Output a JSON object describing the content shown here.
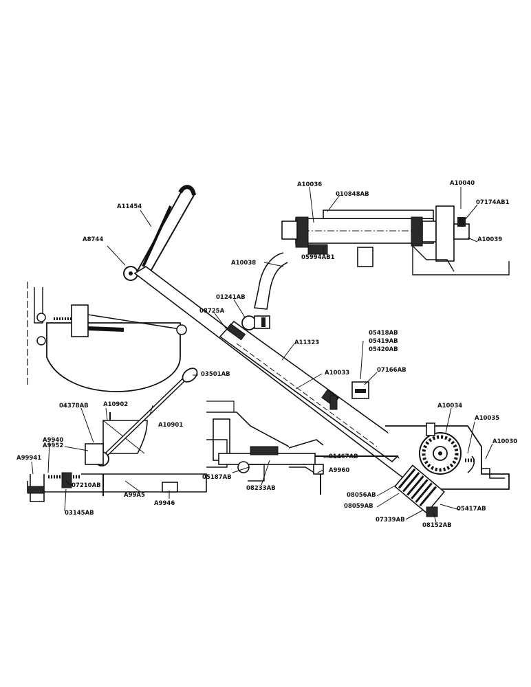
{
  "labels": {
    "A11454": "A11454",
    "A8744": "A8744",
    "A10036": "A10036",
    "010848AB": "010848AB",
    "A10040": "A10040",
    "07174AB1": "07174AB1",
    "A10039": "A10039",
    "A10038": "A10038",
    "05994AB1": "05994AB1",
    "01241AB": "01241AB",
    "08725A": "08725A",
    "A11323": "A11323",
    "05418AB": "05418AB",
    "05419AB": "05419AB",
    "05420AB": "05420AB",
    "A10033": "A10033",
    "07166AB": "07166AB",
    "03501AB": "03501AB",
    "04378AB": "04378AB",
    "A10902": "A10902",
    "A10901": "A10901",
    "A9952": "A9952",
    "A9940": "A9940",
    "A99941": "A99941",
    "07210AB": "07210AB",
    "03145AB": "03145AB",
    "A9945": "A99A5",
    "A9946": "A9946",
    "A10034": "A10034",
    "A10035": "A10035",
    "A10030": "A10030",
    "01467AB": "01467AB",
    "05187AB": "05187AB",
    "A9960": "A9960",
    "08233AB": "08233AB",
    "08056AB": "08056AB",
    "08059AB": "08059AB",
    "07339AB": "07339AB",
    "05417AB": "05417AB",
    "08152AB": "08152AB"
  }
}
